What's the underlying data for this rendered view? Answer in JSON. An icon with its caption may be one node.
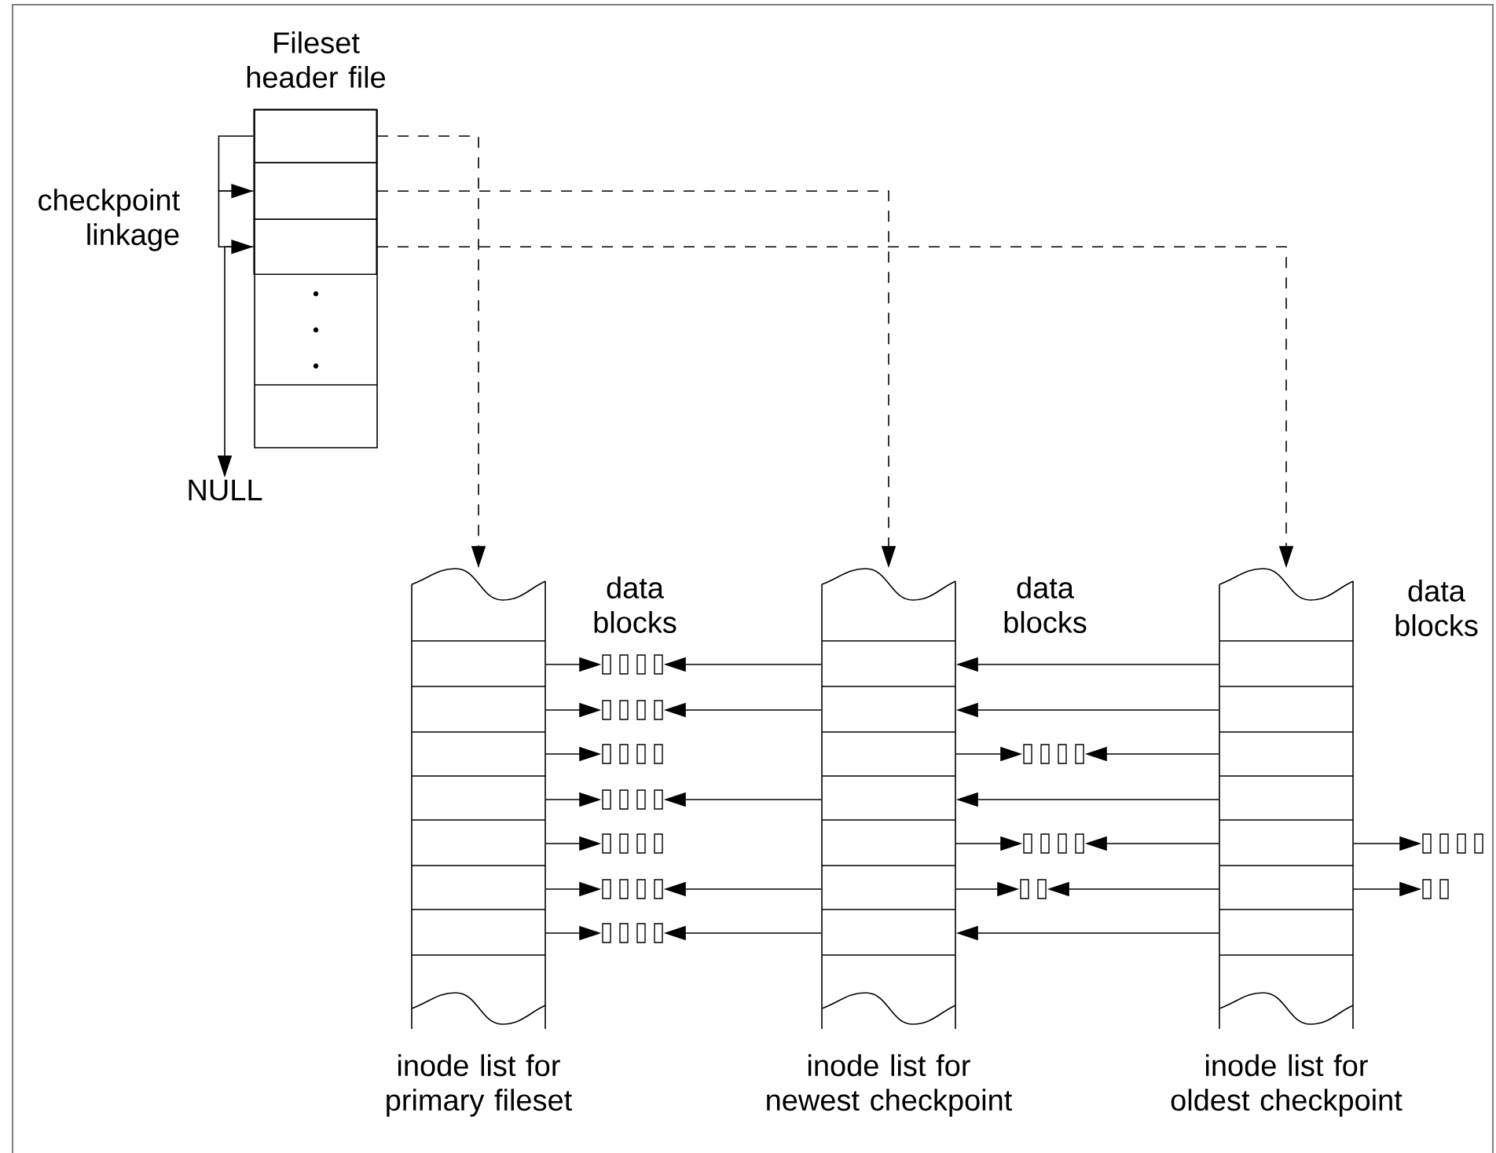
{
  "diagram": {
    "nodes": [
      {
        "text": [
          "Fileset header file"
        ]
      },
      {
        "text": [],
        "shape": "box",
        "in": 0
      },
      {
        "text": [],
        "shape": "box",
        "in": 0
      },
      {
        "text": [],
        "shape": "box",
        "in": 0
      },
      {
        "text": [
          "NULL"
        ]
      },
      {
        "text": [
          "inode list for primary fileset"
        ]
      },
      {
        "text": [
          "inode list for newest checkpoint"
        ]
      },
      {
        "text": [
          "inode list for oldest checkpoint"
        ]
      },
      {
        "text": [],
        "shape": "box"
      },
      {
        "text": [],
        "shape": "box"
      },
      {
        "text": [],
        "shape": "box"
      },
      {
        "text": [],
        "shape": "box"
      },
      {
        "text": [],
        "shape": "box"
      },
      {
        "text": [],
        "shape": "box"
      },
      {
        "text": [],
        "shape": "box"
      },
      {
        "text": [],
        "shape": "box"
      },
      {
        "text": [],
        "shape": "box"
      },
      {
        "text": [],
        "shape": "box"
      },
      {
        "text": [],
        "shape": "box"
      },
      {
        "text": [],
        "shape": "box"
      }
    ],
    "edges": [
      {
        "from": 1,
        "to": 2,
        "arrow": "to"
      },
      {
        "from": 2,
        "to": 3,
        "arrow": "to"
      },
      {
        "from": 3,
        "to": 4,
        "arrow": "to"
      },
      {
        "from": 1,
        "to": 5,
        "arrow": "to",
        "style": "dashed"
      },
      {
        "from": 2,
        "to": 6,
        "arrow": "to",
        "style": "dashed"
      },
      {
        "from": 3,
        "to": 7,
        "arrow": "to",
        "style": "dashed"
      },
      {
        "from": 5,
        "to": 8,
        "arrow": "to"
      },
      {
        "from": 5,
        "to": 9,
        "arrow": "to"
      },
      {
        "from": 5,
        "to": 10,
        "arrow": "to"
      },
      {
        "from": 5,
        "to": 11,
        "arrow": "to"
      },
      {
        "from": 5,
        "to": 12,
        "arrow": "to"
      },
      {
        "from": 5,
        "to": 13,
        "arrow": "to"
      },
      {
        "from": 5,
        "to": 14,
        "arrow": "to"
      },
      {
        "from": 6,
        "to": 8,
        "arrow": "to"
      },
      {
        "from": 6,
        "to": 9,
        "arrow": "to"
      },
      {
        "from": 6,
        "to": 11,
        "arrow": "to"
      },
      {
        "from": 6,
        "to": 13,
        "arrow": "to"
      },
      {
        "from": 6,
        "to": 14,
        "arrow": "to"
      },
      {
        "from": 6,
        "to": 15,
        "arrow": "to"
      },
      {
        "from": 6,
        "to": 16,
        "arrow": "to"
      },
      {
        "from": 6,
        "to": 17,
        "arrow": "to"
      },
      {
        "from": 7,
        "to": 6,
        "arrow": "to"
      },
      {
        "from": 7,
        "to": 6,
        "arrow": "to"
      },
      {
        "from": 7,
        "to": 6,
        "arrow": "to"
      },
      {
        "from": 7,
        "to": 6,
        "arrow": "to"
      },
      {
        "from": 7,
        "to": 15,
        "arrow": "to"
      },
      {
        "from": 7,
        "to": 16,
        "arrow": "to"
      },
      {
        "from": 7,
        "to": 17,
        "arrow": "to"
      },
      {
        "from": 7,
        "to": 18,
        "arrow": "to"
      },
      {
        "from": 7,
        "to": 19,
        "arrow": "to"
      }
    ],
    "labels": [
      "checkpoint linkage",
      "data blocks",
      "data blocks",
      "data blocks"
    ]
  }
}
